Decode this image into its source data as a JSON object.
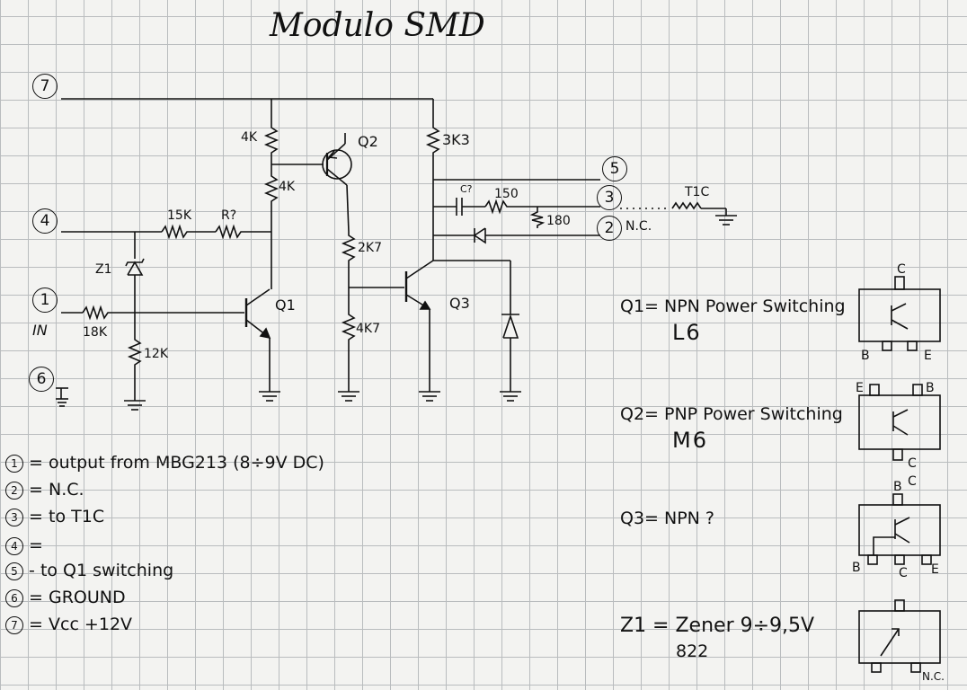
{
  "title": "Modulo SMD",
  "pins": {
    "p7": "7",
    "p4": "4",
    "p1": "1",
    "p6": "6",
    "p5": "5",
    "p3": "3",
    "p2": "2"
  },
  "labels": {
    "r4k_top": "4K",
    "r4k_mid": "4K",
    "r3k3": "3K3",
    "r15k": "15K",
    "rq": "R?",
    "r18k": "18K",
    "r12k": "12K",
    "r2k7": "2K7",
    "r4k7": "4K7",
    "r150": "150",
    "r180": "180",
    "cap": "C?",
    "t1c": "T1C",
    "nc": "N.C.",
    "z1": "Z1",
    "in": "IN",
    "q1": "Q1",
    "q2": "Q2",
    "q3": "Q3"
  },
  "legend": [
    "= output from MBG213 (8÷9V DC)",
    "= N.C.",
    "= to T1C",
    "=",
    "- to Q1 switching",
    "= GROUND",
    "= Vcc +12V"
  ],
  "legend_nums": [
    "1",
    "2",
    "3",
    "4",
    "5",
    "6",
    "7"
  ],
  "components": {
    "q1_desc": "Q1= NPN Power Switching",
    "q1_code": "L6",
    "q2_desc": "Q2= PNP Power Switching",
    "q2_code": "M6",
    "q3_desc": "Q3= NPN ?",
    "z1_desc": "Z1 = Zener 9÷9,5V",
    "z1_code": "822"
  },
  "packages": {
    "q1_c": "C",
    "q1_b": "B",
    "q1_e": "E",
    "q2_e": "E",
    "q2_b": "B",
    "q2_c": "C",
    "q3_b_top": "B",
    "q3_c_top": "C",
    "q3_b": "B",
    "q3_c": "C",
    "q3_e": "E",
    "z1_nc": "N.C."
  }
}
